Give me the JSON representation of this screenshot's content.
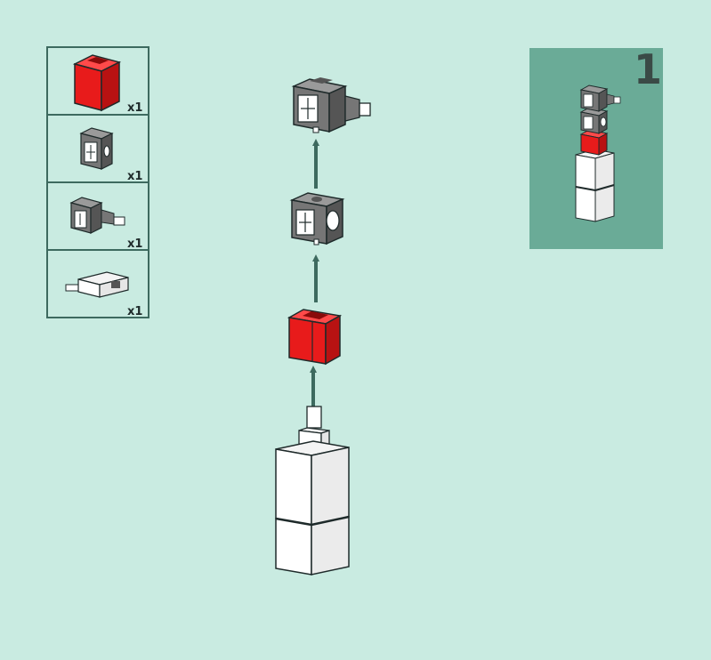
{
  "parts_list": {
    "items": [
      {
        "part": "red-cube-connector",
        "quantity": "x1"
      },
      {
        "part": "gray-rotary-servo-block",
        "quantity": "x1"
      },
      {
        "part": "gray-motor-block-with-shaft",
        "quantity": "x1"
      },
      {
        "part": "white-shaft-adapter",
        "quantity": "x1"
      }
    ]
  },
  "step_preview": {
    "step_number": "1"
  },
  "colors": {
    "background": "#c9ebe1",
    "panel": "#6aab97",
    "arrow": "#3d6a5f",
    "red_part": "#e81b1b",
    "gray_part": "#767676",
    "white_part": "#ffffff",
    "outline": "#1e2a2a"
  }
}
